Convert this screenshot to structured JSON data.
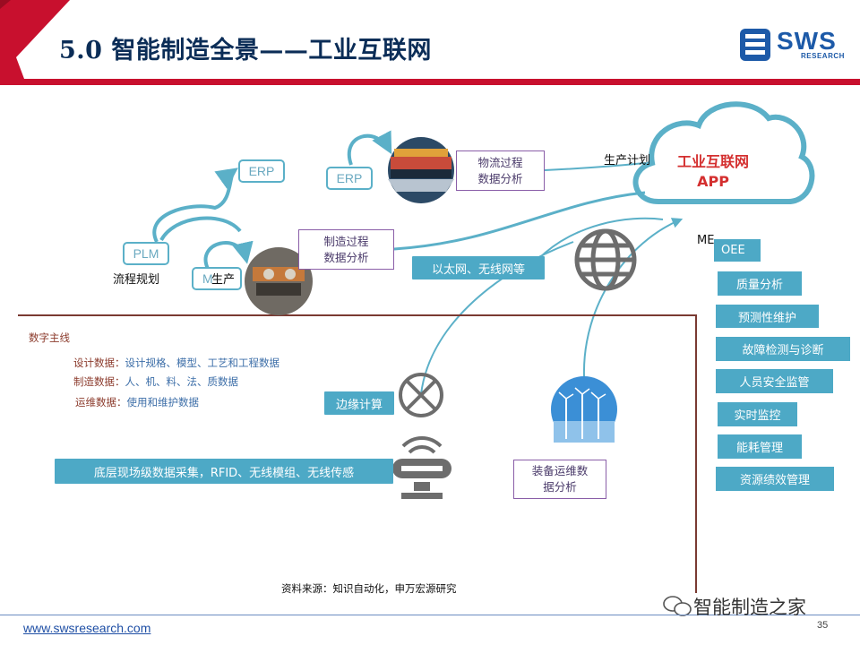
{
  "header": {
    "title": "5.0 智能制造全景——工业互联网",
    "logo_text": "SWS",
    "logo_sub": "RESEARCH"
  },
  "cloud": {
    "line1": "工业互联网",
    "line2": "APP"
  },
  "labels": {
    "erp_left": "ERP",
    "erp_right": "ERP",
    "plm": "PLM",
    "mes_small": "M",
    "process_planning": "流程规划",
    "production_overlap": "生产",
    "production_plan": "生产计划",
    "me": "ME",
    "logistics_analysis": "物流过程\n数据分析",
    "manufacturing_analysis": "制造过程\n数据分析",
    "ethernet": "以太网、无线网等",
    "edge_computing": "边缘计算",
    "field_collection": "底层现场级数据采集，RFID、无线模组、无线传感",
    "equipment_analysis": "装备运维数\n据分析"
  },
  "right_items": [
    "OEE",
    "质量分析",
    "预测性维护",
    "故障检测与诊断",
    "人员安全监管",
    "实时监控",
    "能耗管理",
    "资源绩效管理"
  ],
  "legend": {
    "title": "数字主线",
    "lines": [
      {
        "key": "设计数据：",
        "value": "设计规格、模型、工艺和工程数据"
      },
      {
        "key": "制造数据：",
        "value": "人、机、料、法、质数据"
      },
      {
        "key": "运维数据：",
        "value": "使用和维护数据"
      }
    ]
  },
  "footer": {
    "source": "资料来源：知识自动化，申万宏源研究",
    "url": "www.swsresearch.com",
    "page": "35",
    "watermark": "智能制造之家"
  },
  "colors": {
    "accent_red": "#c8102e",
    "teal": "#4da9c6",
    "purple_border": "#8a5ea8",
    "divider": "#7a3a32"
  }
}
